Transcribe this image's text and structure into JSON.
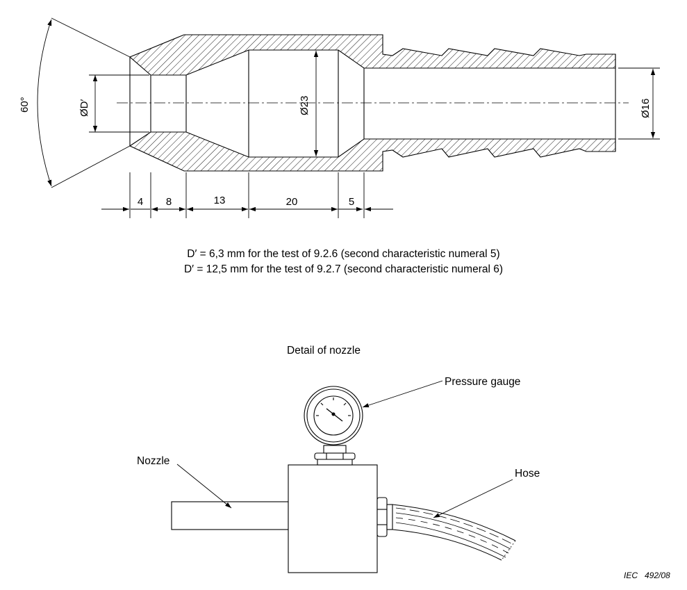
{
  "nozzle_drawing": {
    "angle_label": "60°",
    "bore_label": "ØD′",
    "chamber_label": "Ø23",
    "outlet_label": "Ø16",
    "segment_lengths": [
      "4",
      "8",
      "13",
      "20",
      "5"
    ]
  },
  "notes": {
    "line1": "D′ = 6,3 mm for the test of 9.2.6 (second characteristic numeral 5)",
    "line2": "D′ = 12,5 mm for the test of 9.2.7 (second characteristic numeral 6)"
  },
  "assembly": {
    "caption": "Detail of nozzle",
    "labels": {
      "pressure_gauge": "Pressure gauge",
      "nozzle": "Nozzle",
      "hose": "Hose"
    }
  },
  "figure_ref": "IEC   492/08"
}
